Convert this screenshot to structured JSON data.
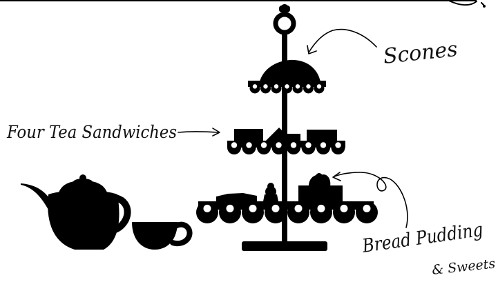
{
  "colors": {
    "ink": "#000000",
    "background": "#ffffff",
    "dots": "#ffffff"
  },
  "labels": {
    "scones": "Scones",
    "sandwiches": "Four Tea Sandwiches",
    "pudding_line1": "Bread Pudding",
    "pudding_line2": "& Sweets"
  }
}
